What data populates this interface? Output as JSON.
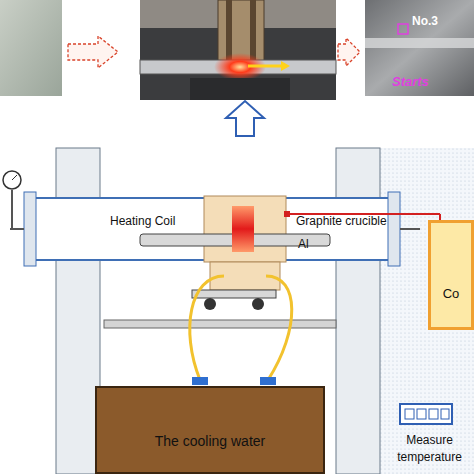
{
  "diagram": {
    "nodes": [
      {
        "text": [
          "The cooling water"
        ]
      },
      {
        "text": [
          "Co"
        ]
      },
      {
        "text": [
          "Measure temperature"
        ]
      }
    ],
    "labels": [
      "Heating Coil",
      "Graphite crucible",
      "Al",
      "No.3",
      "Starts"
    ]
  }
}
